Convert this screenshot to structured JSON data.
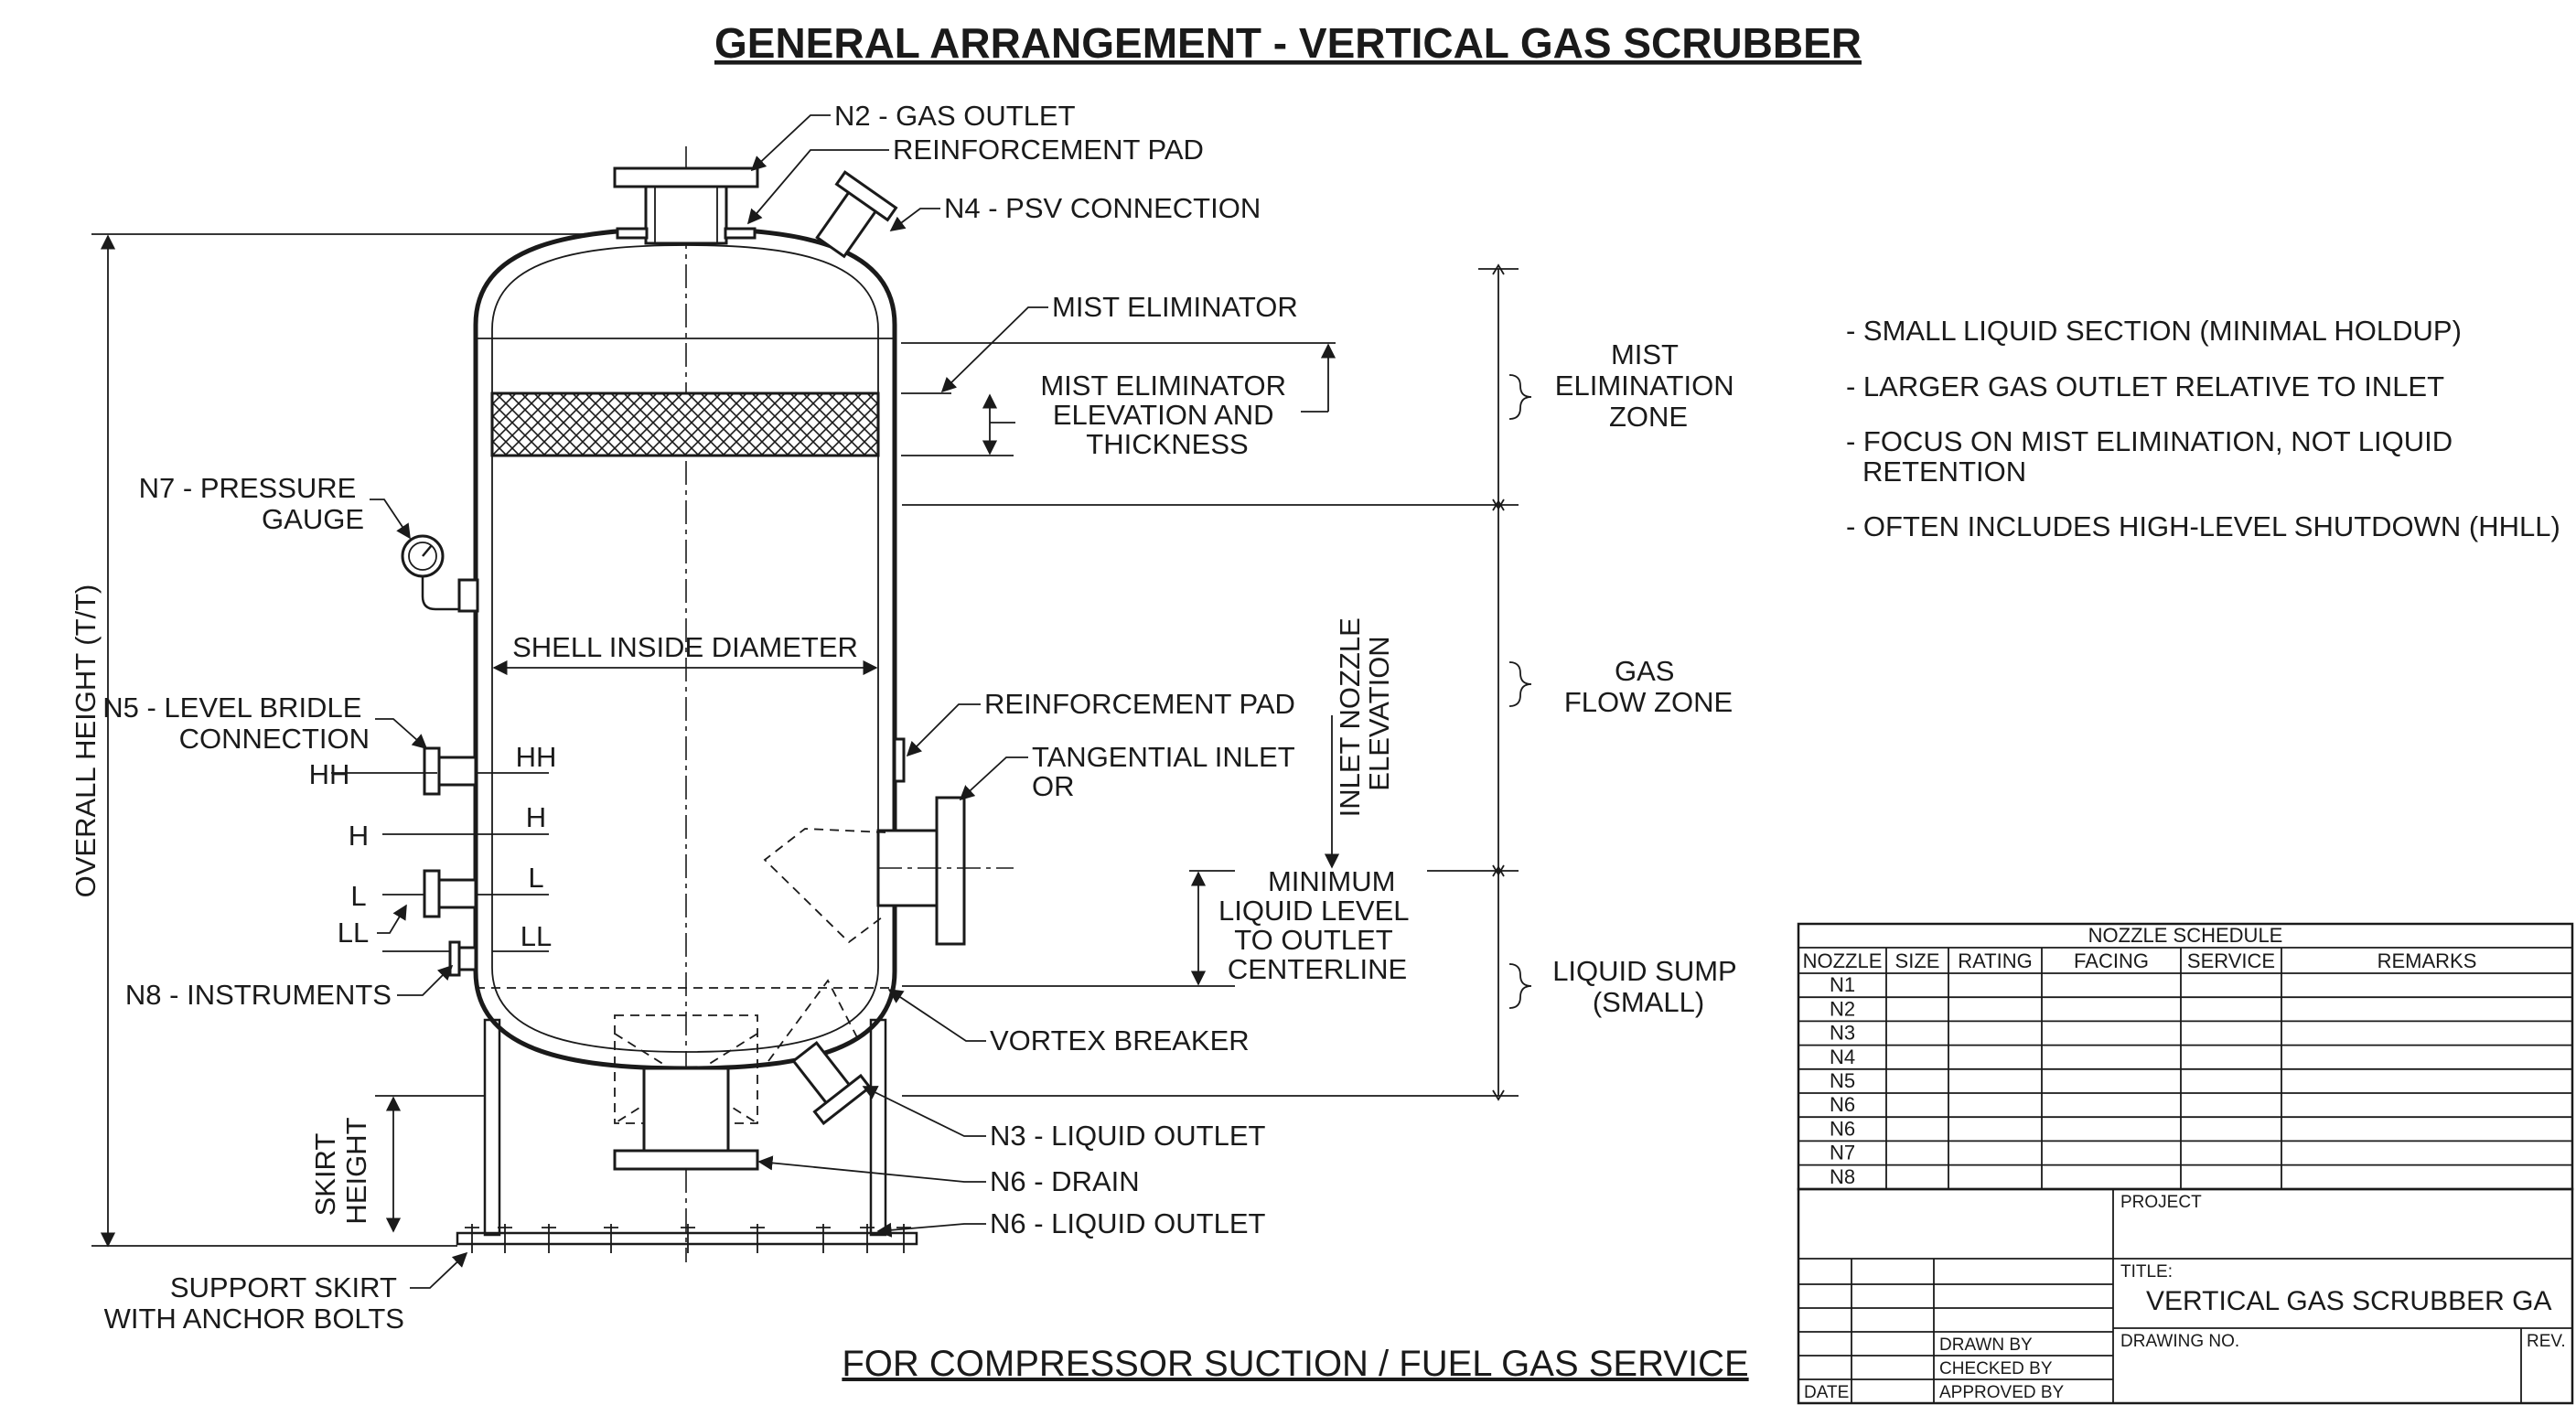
{
  "title": "GENERAL ARRANGEMENT - VERTICAL GAS SCRUBBER",
  "footer": "FOR COMPRESSOR SUCTION / FUEL GAS SERVICE",
  "labels": {
    "n2": "N2 - GAS OUTLET",
    "reinforcement_pad_top": "REINFORCEMENT PAD",
    "n4": "N4 - PSV CONNECTION",
    "mist_eliminator": "MIST ELIMINATOR",
    "mist_elev_1": "MIST ELIMINATOR",
    "mist_elev_2": "ELEVATION AND",
    "mist_elev_3": "THICKNESS",
    "n7_1": "N7 - PRESSURE",
    "n7_2": "GAUGE",
    "shell_id": "SHELL INSIDE DIAMETER",
    "overall_height": "OVERALL HEIGHT (T/T)",
    "n5_1": "N5 - LEVEL BRIDLE",
    "n5_2": "CONNECTION",
    "hh_left": "HH",
    "hh_right": "HH",
    "h_left": "H",
    "h_right": "H",
    "l_left": "L",
    "l_right": "L",
    "ll_left": "LL",
    "ll_right": "LL",
    "n8": "N8 - INSTRUMENTS",
    "reinforcement_pad_side": "REINFORCEMENT PAD",
    "tangential_1": "TANGENTIAL INLET",
    "tangential_2": "OR",
    "inlet_elev_1": "INLET NOZZLE",
    "inlet_elev_2": "ELEVATION",
    "min_liq_1": "MINIMUM",
    "min_liq_2": "LIQUID LEVEL",
    "min_liq_3": "TO OUTLET",
    "min_liq_4": "CENTERLINE",
    "vortex": "VORTEX BREAKER",
    "n3": "N3 - LIQUID OUTLET",
    "n6_drain": "N6 - DRAIN",
    "n6_outlet": "N6 - LIQUID OUTLET",
    "skirt_1": "SKIRT",
    "skirt_2": "HEIGHT",
    "support_1": "SUPPORT SKIRT",
    "support_2": "WITH ANCHOR BOLTS"
  },
  "zones": {
    "mist_1": "MIST",
    "mist_2": "ELIMINATION",
    "mist_3": "ZONE",
    "gas_1": "GAS",
    "gas_2": "FLOW ZONE",
    "sump_1": "LIQUID SUMP",
    "sump_2": "(SMALL)"
  },
  "notes": [
    "- SMALL LIQUID SECTION (MINIMAL HOLDUP)",
    "- LARGER GAS OUTLET RELATIVE TO INLET",
    "- FOCUS ON MIST ELIMINATION, NOT LIQUID",
    "RETENTION",
    "- OFTEN INCLUDES HIGH-LEVEL SHUTDOWN (HHLL)"
  ],
  "nozzle_schedule": {
    "title": "NOZZLE SCHEDULE",
    "headers": [
      "NOZZLE",
      "SIZE",
      "RATING",
      "FACING",
      "SERVICE",
      "REMARKS"
    ],
    "rows": [
      "N1",
      "N2",
      "N3",
      "N4",
      "N5",
      "N6",
      "N6",
      "N7",
      "N8"
    ]
  },
  "title_block": {
    "project_label": "PROJECT",
    "title_label": "TITLE:",
    "title_value": "VERTICAL GAS SCRUBBER GA",
    "drawing_no_label": "DRAWING NO.",
    "rev_label": "REV.",
    "drawn_by": "DRAWN BY",
    "checked_by": "CHECKED BY",
    "approved_by": "APPROVED BY",
    "date": "DATE"
  }
}
